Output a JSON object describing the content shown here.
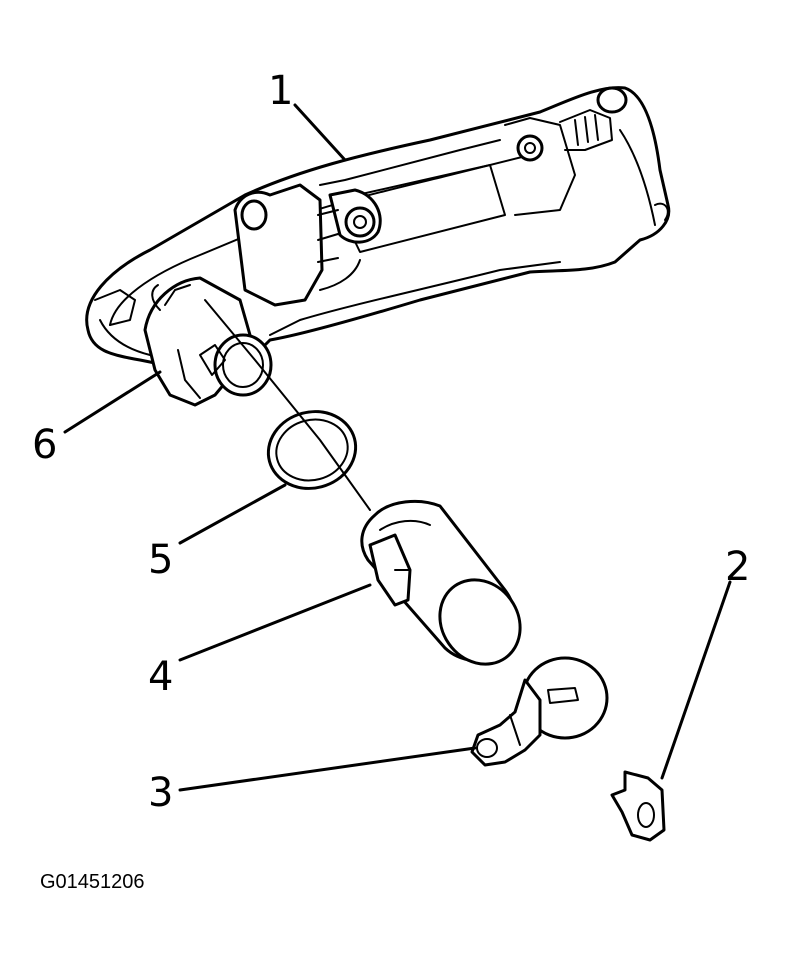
{
  "diagram": {
    "callouts": [
      "1",
      "2",
      "3",
      "4",
      "5",
      "6"
    ],
    "figure_id": "G01451206"
  },
  "colors": {
    "ink": "#000000",
    "paper": "#ffffff"
  }
}
